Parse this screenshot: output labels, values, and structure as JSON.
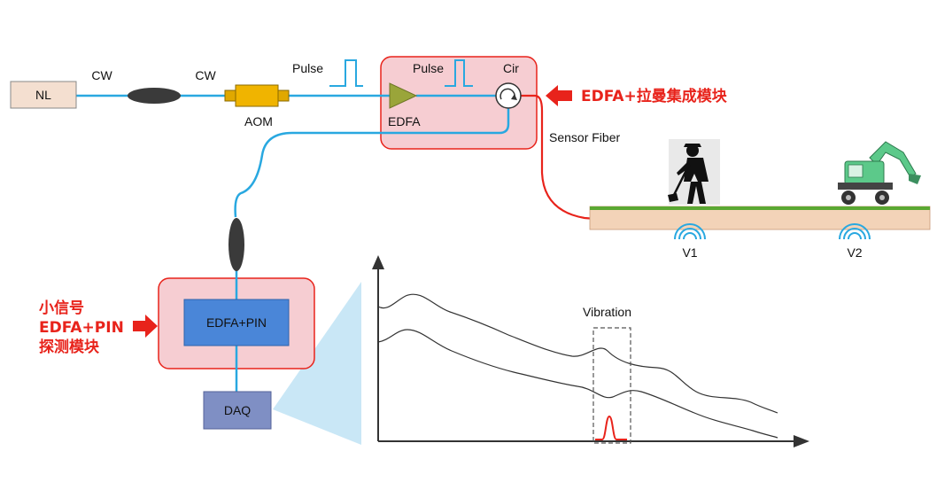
{
  "labels": {
    "nl": "NL",
    "cw_1": "CW",
    "cw_2": "CW",
    "aom": "AOM",
    "pulse_1": "Pulse",
    "pulse_2": "Pulse",
    "edfa": "EDFA",
    "cir": "Cir",
    "sensor_fiber": "Sensor Fiber",
    "v1": "V1",
    "v2": "V2",
    "edfa_pin": "EDFA+PIN",
    "daq": "DAQ",
    "vibration": "Vibration"
  },
  "callouts": {
    "edfa_raman": "EDFA+拉曼集成模块",
    "small_signal_line1": "小信号",
    "small_signal_line2": "EDFA+PIN",
    "small_signal_line3": "探测模块"
  },
  "colors": {
    "fiber": "#29a8e0",
    "sensor_fiber": "#e8231b",
    "module_fill": "#f6cdd2",
    "module_stroke": "#e8231b",
    "edfa_pin_fill": "#4a86d8",
    "daq_fill": "#7f8fc4",
    "edfa_triangle": "#9aa53a",
    "aom_body": "#f0b400",
    "ground_top": "#5aa832",
    "ground_fill": "#f3d3b8",
    "vibration_peak": "#e8231b",
    "callout_arrow": "#e8231b",
    "sound_wave": "#29a8e0",
    "projection_cone": "#bfe3f5"
  },
  "icons": {
    "worker": "digging-worker-icon",
    "excavator": "excavator-icon"
  }
}
